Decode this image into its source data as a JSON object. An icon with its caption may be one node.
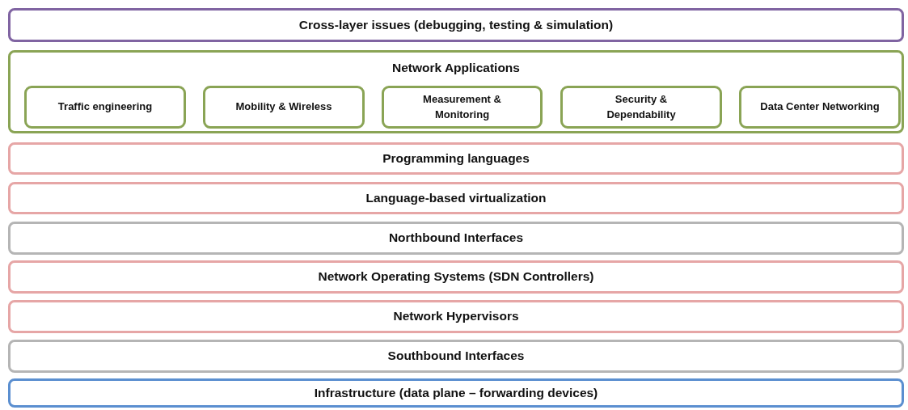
{
  "diagram": {
    "nodes": [
      {
        "text": [
          "Cross-layer issues (debugging, testing & simulation)"
        ]
      },
      {
        "text": [
          "Network Applications"
        ]
      },
      {
        "text": [
          "Traffic engineering"
        ],
        "in": 1
      },
      {
        "text": [
          "Mobility & Wireless"
        ],
        "in": 1
      },
      {
        "text": [
          "Measurement & Monitoring"
        ],
        "in": 1
      },
      {
        "text": [
          "Security & Dependability"
        ],
        "in": 1
      },
      {
        "text": [
          "Data Center Networking"
        ],
        "in": 1
      },
      {
        "text": [
          "Programming languages"
        ]
      },
      {
        "text": [
          "Language-based virtualization"
        ]
      },
      {
        "text": [
          "Northbound Interfaces"
        ]
      },
      {
        "text": [
          "Network Operating Systems (SDN Controllers)"
        ]
      },
      {
        "text": [
          "Network Hypervisors"
        ]
      },
      {
        "text": [
          "Southbound Interfaces"
        ]
      },
      {
        "text": [
          "Infrastructure (data plane – forwarding devices)"
        ]
      }
    ]
  }
}
